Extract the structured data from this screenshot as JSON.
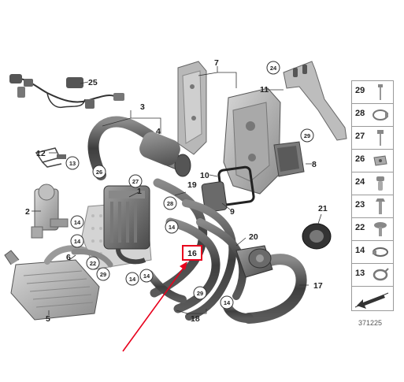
{
  "diagram": {
    "callouts": {
      "c1": "1",
      "c2": "2",
      "c3": "3",
      "c4": "4",
      "c5": "5",
      "c6": "6",
      "c7": "7",
      "c8": "8",
      "c9": "9",
      "c10": "10",
      "c11": "11",
      "c12": "12",
      "c16": "16",
      "c17": "17",
      "c18": "18",
      "c19": "19",
      "c20": "20",
      "c21": "21",
      "c25": "25"
    },
    "circle_callouts": {
      "c24": "24",
      "c29a": "29",
      "c13": "13",
      "c26": "26",
      "c27": "27",
      "c28": "28",
      "c22": "22",
      "c14a": "14",
      "c14b": "14",
      "c14c": "14",
      "c14d": "14",
      "c14e": "14",
      "c14f": "14",
      "c29b": "29",
      "c29c": "29"
    },
    "highlighted_callout": "16",
    "highlight_color": "#e8001c"
  },
  "parts_table": {
    "rows": [
      {
        "number": "29",
        "icon": "bolt-icon"
      },
      {
        "number": "28",
        "icon": "hose-clamp-icon"
      },
      {
        "number": "27",
        "icon": "screw-icon"
      },
      {
        "number": "26",
        "icon": "clip-nut-icon"
      },
      {
        "number": "24",
        "icon": "plug-icon"
      },
      {
        "number": "23",
        "icon": "hex-bolt-icon"
      },
      {
        "number": "22",
        "icon": "rivet-icon"
      },
      {
        "number": "14",
        "icon": "clamp-icon"
      },
      {
        "number": "13",
        "icon": "spring-clip-icon"
      }
    ],
    "footer_icon": "direction-arrow-icon"
  },
  "diagram_id": "371225"
}
